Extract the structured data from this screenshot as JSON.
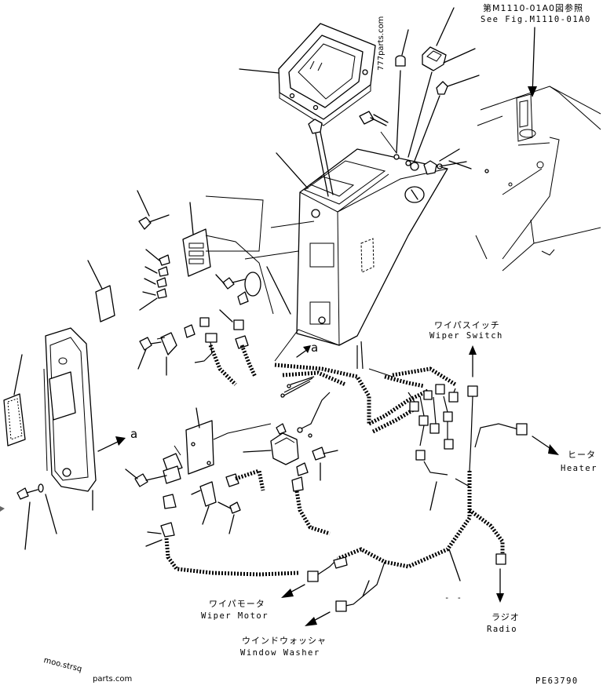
{
  "reference": {
    "jp": "第M1110-01A0図参照",
    "en": "See Fig.M1110-01A0"
  },
  "labels": {
    "wiper_switch_jp": "ワイパスイッチ",
    "wiper_switch_en": "Wiper Switch",
    "heater_jp": "ヒータ",
    "heater_en": "Heater",
    "radio_jp": "ラジオ",
    "radio_en": "Radio",
    "wiper_motor_jp": "ワイパモータ",
    "wiper_motor_en": "Wiper Motor",
    "window_washer_jp": "ウインドウォッシャ",
    "window_washer_en": "Window Washer",
    "view_a_1": "a",
    "view_a_2": "a",
    "dash": "- -"
  },
  "watermarks": {
    "top": "777parts.com",
    "bottom_left": "moo.strsq",
    "bottom": "parts.com"
  },
  "figure_code": "PE63790"
}
